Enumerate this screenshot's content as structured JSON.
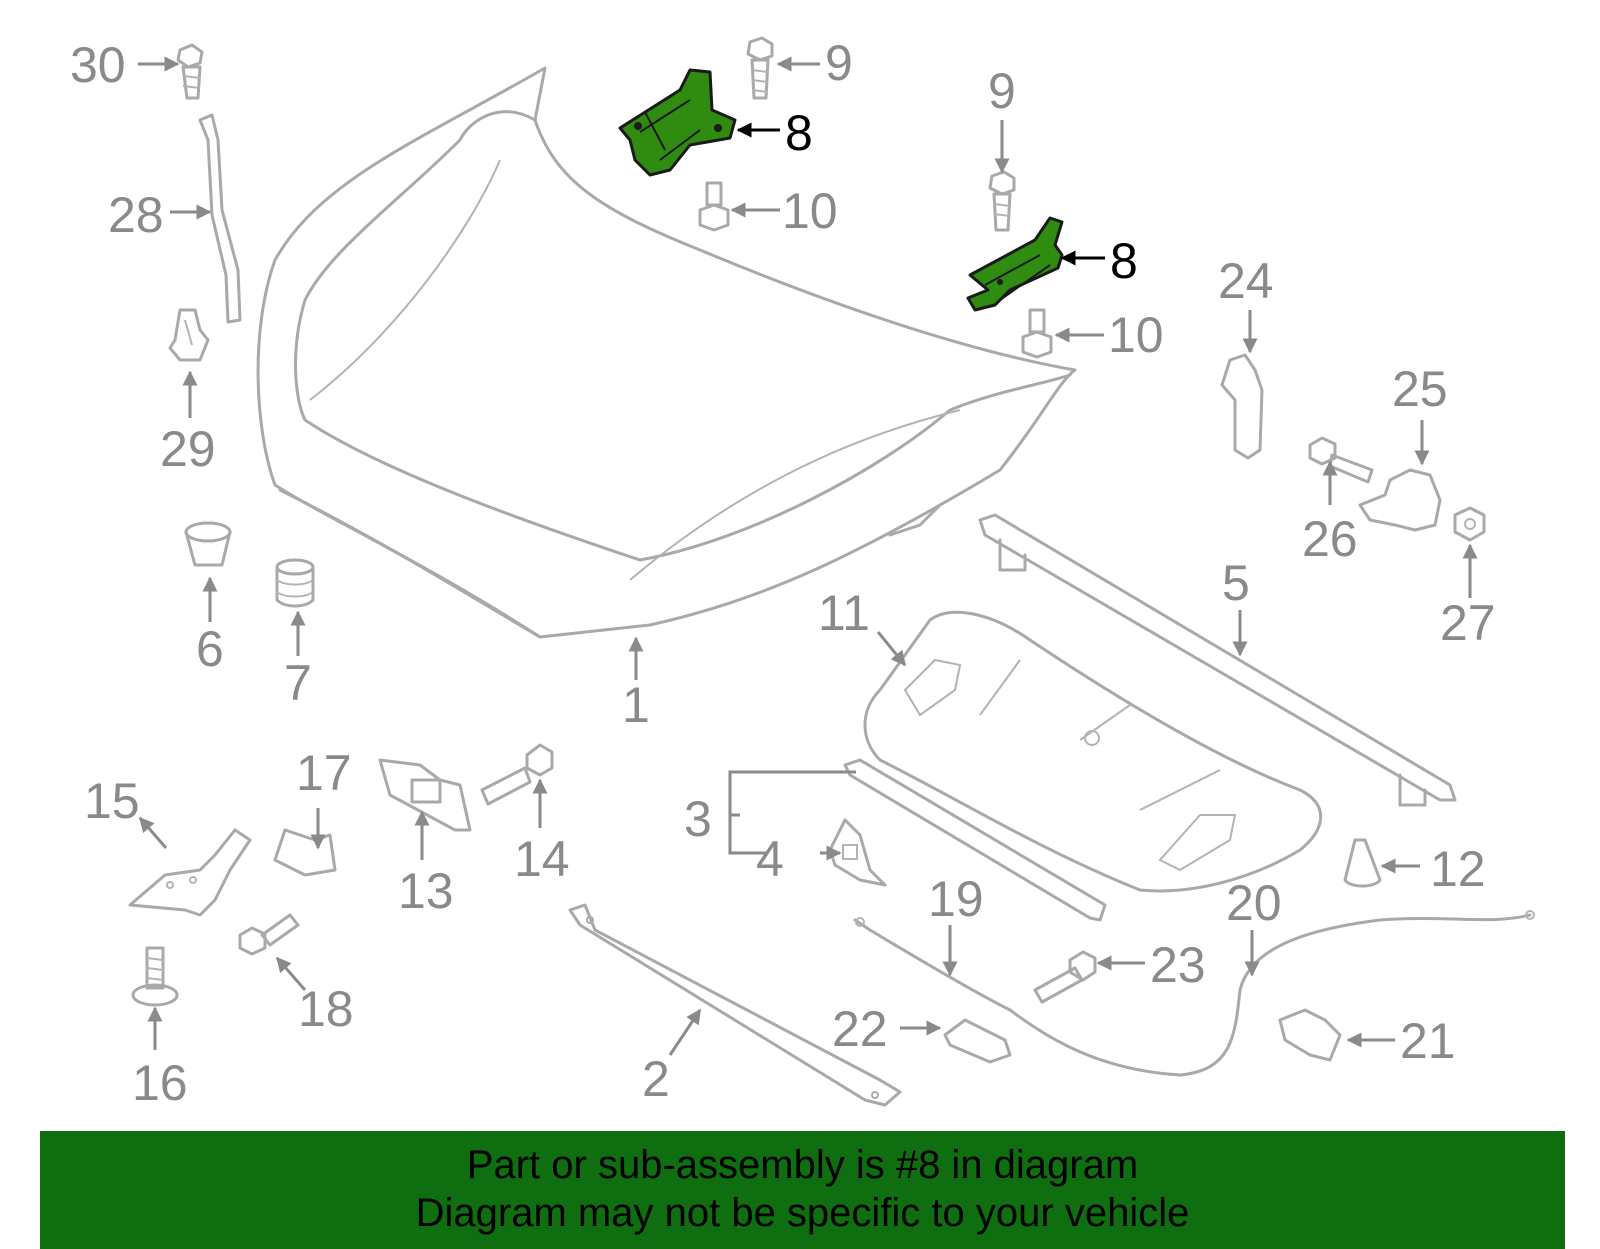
{
  "highlight_color": "#2f8c10",
  "banner_color": "#0f6e0f",
  "banner": {
    "line1": "Part or sub-assembly is #8 in diagram",
    "line2": "Diagram may not be specific to your vehicle"
  },
  "callouts": {
    "c1": "1",
    "c2": "2",
    "c3": "3",
    "c4": "4",
    "c5": "5",
    "c6": "6",
    "c7": "7",
    "c8a": "8",
    "c8b": "8",
    "c9a": "9",
    "c9b": "9",
    "c10a": "10",
    "c10b": "10",
    "c11": "11",
    "c12": "12",
    "c13": "13",
    "c14": "14",
    "c15": "15",
    "c16": "16",
    "c17": "17",
    "c18": "18",
    "c19": "19",
    "c20": "20",
    "c21": "21",
    "c22": "22",
    "c23": "23",
    "c24": "24",
    "c25": "25",
    "c26": "26",
    "c27": "27",
    "c28": "28",
    "c29": "29",
    "c30": "30"
  }
}
